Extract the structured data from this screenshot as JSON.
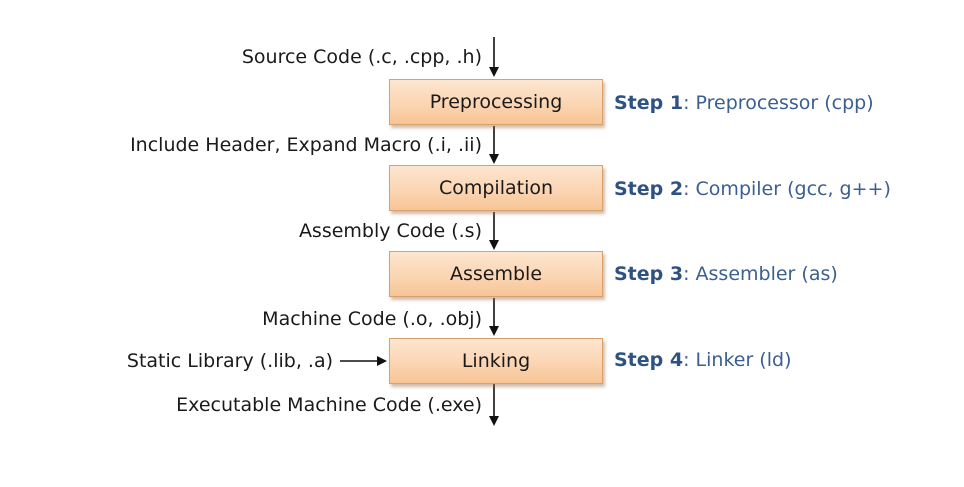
{
  "inputs": [
    "Source Code (.c, .cpp, .h)",
    "Include Header, Expand Macro (.i, .ii)",
    "Assembly Code (.s)",
    "Machine Code (.o, .obj)",
    "Executable Machine Code (.exe)"
  ],
  "side_input": "Static Library (.lib, .a)",
  "stages": [
    "Preprocessing",
    "Compilation",
    "Assemble",
    "Linking"
  ],
  "steps": [
    {
      "label": "Step 1",
      "sep": ":",
      "tool": " Preprocessor (cpp)"
    },
    {
      "label": "Step 2",
      "sep": ":",
      "tool": " Compiler (gcc, g++)"
    },
    {
      "label": "Step 3",
      "sep": ":",
      "tool": " Assembler (as)"
    },
    {
      "label": "Step 4",
      "sep": ":",
      "tool": " Linker (ld)"
    }
  ]
}
